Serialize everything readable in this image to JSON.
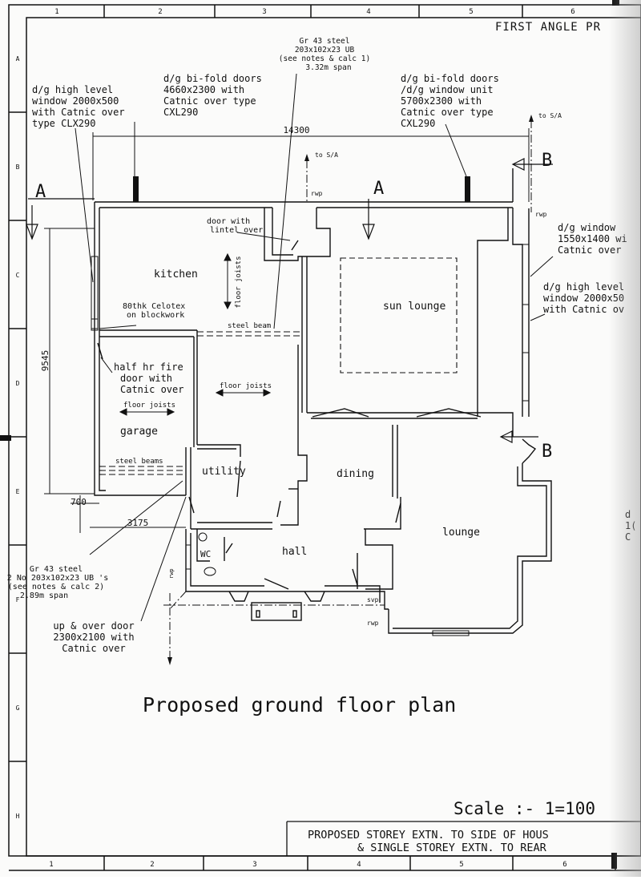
{
  "border": {
    "cols_top": [
      "1",
      "2",
      "3",
      "4",
      "5",
      "6"
    ],
    "cols_bottom": [
      "1",
      "2",
      "3",
      "4",
      "5",
      "6"
    ],
    "rows": [
      "A",
      "B",
      "C",
      "D",
      "E",
      "F",
      "G",
      "H"
    ]
  },
  "header": {
    "projection": "FIRST ANGLE PR"
  },
  "section_marks": {
    "a": "A",
    "b": "B"
  },
  "notes": {
    "steel_top": [
      "Gr 43 steel",
      "203x102x23 UB",
      "(see notes & calc 1)",
      "3.32m span"
    ],
    "hl_window_left": [
      "d/g high level",
      "window 2000x500",
      "with Catnic over",
      "type CLX290"
    ],
    "bifold_left": [
      "d/g bi-fold doors",
      "4660x2300 with",
      "Catnic over type",
      "CXL290"
    ],
    "bifold_right": [
      "d/g bi-fold doors",
      "/d/g window unit",
      "5700x2300 with",
      "Catnic over type",
      "CXL290"
    ],
    "to_sa_1": "to S/A",
    "to_sa_2": "to S/A",
    "rwp_1": "rwp",
    "rwp_2": "rwp",
    "rwp_3": "rwp",
    "rwp_4": "rwp",
    "svp": "svp",
    "window_right": [
      "d/g window",
      "1550x1400 wi",
      "Catnic over"
    ],
    "hl_window_right": [
      "d/g high level",
      "window 2000x50",
      "with Catnic ov"
    ],
    "door_lintel": [
      "door with",
      "lintel over"
    ],
    "celotex": [
      "80thk Celotex",
      "on blockwork"
    ],
    "steel_beam": "steel beam",
    "fire_door": [
      "half hr fire",
      "door with",
      "Catnic over"
    ],
    "floor_joists_garage": "floor joists",
    "floor_joists_utility": "floor joists",
    "floor_joists_kitchen": "floor joists",
    "steel_beams": "steel beams",
    "steel_bottom": [
      "Gr 43 steel",
      "2 No 203x102x23 UB 's",
      "(see notes & calc 2)",
      "2.89m span"
    ],
    "up_over": [
      "up & over door",
      "2300x2100 with",
      "Catnic over"
    ],
    "right_cut": [
      "d",
      "1(",
      "C"
    ]
  },
  "dimensions": {
    "width_top": "14300",
    "height_left": "9545",
    "d700": "700",
    "d3175": "3175"
  },
  "rooms": {
    "kitchen": "kitchen",
    "sun_lounge": "sun lounge",
    "garage": "garage",
    "utility": "utility",
    "dining": "dining",
    "lounge": "lounge",
    "hall": "hall",
    "wc": "WC"
  },
  "title": "Proposed ground floor plan",
  "scale": "Scale :- 1=100",
  "title_block": [
    "PROPOSED STOREY EXTN. TO SIDE OF HOUS",
    "& SINGLE STOREY EXTN. TO REAR"
  ]
}
